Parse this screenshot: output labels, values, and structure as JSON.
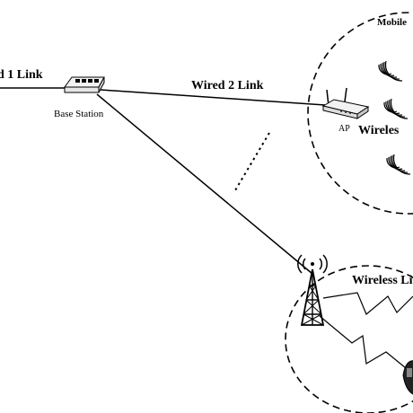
{
  "labels": {
    "wired1": "d 1 Link",
    "wired2": "Wired 2 Link",
    "base_station": "Base Station",
    "ap": "AP",
    "mobile": "Mobile",
    "wireless_upper": "Wireles",
    "wireless_lower": "Wireless Li"
  },
  "icons": {
    "base_station": "network-switch-icon",
    "ap": "wireless-router-icon",
    "tower": "cell-tower-icon",
    "wave": "wireless-signal-icon",
    "phone": "mobile-phone-icon"
  }
}
